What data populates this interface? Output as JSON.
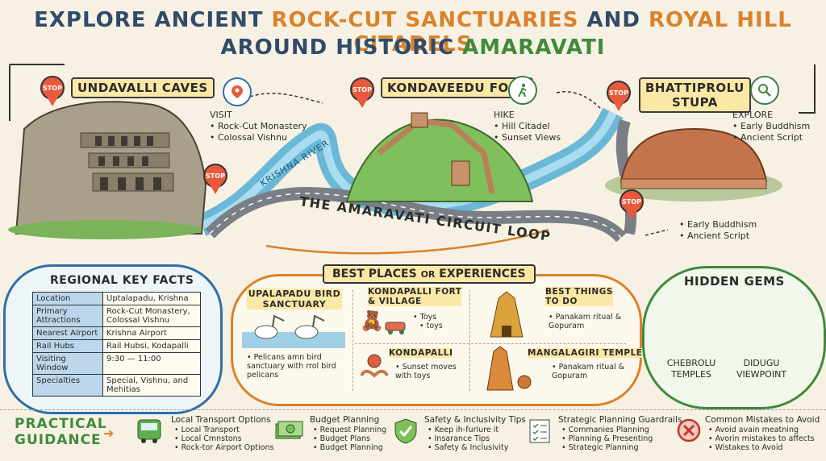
{
  "title": {
    "line1_a": "EXPLORE ANCIENT",
    "line1_b": "ROCK-CUT SANCTUARIES",
    "line1_c": "AND",
    "line1_d": "ROYAL HILL CITADELS",
    "line2_a": "AROUND HISTORIC",
    "line2_b": "AMARAVATI"
  },
  "stops": {
    "pin_text": "STOP",
    "undavalli": {
      "label": "UNDAVALLI CAVES",
      "verb": "VISIT",
      "items": [
        "Rock-Cut Monastery",
        "Colossal Vishnu"
      ]
    },
    "kondaveedu": {
      "label": "KONDAVEEDU FORT",
      "verb": "HIKE",
      "items": [
        "Hill Citadel",
        "Sunset Views"
      ]
    },
    "bhattiprolu": {
      "label_1": "BHATTIPROLU",
      "label_2": "STUPA",
      "verb": "EXPLORE",
      "items": [
        "Early Buddhism",
        "Ancient Script"
      ]
    },
    "extra": {
      "items": [
        "Early Buddhism",
        "Ancient Script"
      ]
    }
  },
  "river_label": "KRISHNA RIVER",
  "loop_label": "THE AMARAVATI CIRCUIT LOOP",
  "key_facts": {
    "title": "REGIONAL KEY FACTS",
    "rows": [
      {
        "k": "Location",
        "v": "Uptalapadu, Krishna"
      },
      {
        "k": "Primary Attractions",
        "v": "Rock-Cut Monastery, Colossal Vishnu"
      },
      {
        "k": "Nearest Airport",
        "v": "Krishna Airport"
      },
      {
        "k": "Rail Hubs",
        "v": "Rail Hubsi, Kodapalli"
      },
      {
        "k": "Visiting Window",
        "v": "9:30 — 11:00"
      },
      {
        "k": "Specialties",
        "v": "Special, Vishnu, and Mehitias"
      }
    ]
  },
  "best_places": {
    "title_a": "BEST PLACES",
    "title_b": "OR",
    "title_c": "EXPERIENCES",
    "upalapadu": {
      "title_1": "UPALAPADU BIRD",
      "title_2": "SANCTUARY",
      "items": [
        "Pelicans amn bird sanctuary with rrol bird pelicans"
      ]
    },
    "kondapalli_fort": {
      "title_1": "KONDAPALLI FORT",
      "title_2": "& VILLAGE",
      "items": [
        "Toys",
        "toys"
      ]
    },
    "best_things": {
      "title_1": "BEST THINGS",
      "title_2": "TO DO",
      "items": [
        "Panakam ritual & Gopuram"
      ]
    },
    "kondapalli": {
      "title": "KONDAPALLI",
      "items": [
        "Sunset moves with toys"
      ]
    },
    "mangalagiri": {
      "title": "MANGALAGIRI TEMPLE",
      "items": [
        "Panakam ritual & Gopuram"
      ]
    }
  },
  "hidden_gems": {
    "title": "HIDDEN GEMS",
    "gem1_1": "CHEBROLU",
    "gem1_2": "TEMPLES",
    "gem2_1": "DIDUGU",
    "gem2_2": "VIEWPOINT"
  },
  "guidance": {
    "title_1": "PRACTICAL",
    "title_2": "GUIDANCE",
    "cards": [
      {
        "title": "Local Transport Options",
        "items": [
          "Local Transport",
          "Local Cmnstons",
          "Rock-tor Airport Options"
        ],
        "icon": "bus-icon"
      },
      {
        "title": "Budget Planning",
        "items": [
          "Request Planning",
          "Budget Plans",
          "Budget Planning"
        ],
        "icon": "money-icon"
      },
      {
        "title": "Safety & Inclusivity Tips",
        "items": [
          "Keep ih-furlure it",
          "Insarance Tips",
          "Safety & Inclusivity"
        ],
        "icon": "shield-icon"
      },
      {
        "title": "Strategic Planning Guardrails",
        "items": [
          "Commanies Planning",
          "Planning & Presenting",
          "Strategic Planning"
        ],
        "icon": "checklist-icon"
      },
      {
        "title": "Common Mistakes to Avoid",
        "items": [
          "Avoid avain meatning",
          "Avorin mistakes to affects",
          "Wistakes to Avoid"
        ],
        "icon": "no-icon"
      }
    ]
  },
  "colors": {
    "river": "#6bb8d6",
    "road": "#7a7f86",
    "pin": "#e85a3b",
    "label_bg": "#fbe8a6",
    "green": "#3f8a3c",
    "orange": "#d9822b",
    "navy": "#2f4b6b"
  }
}
